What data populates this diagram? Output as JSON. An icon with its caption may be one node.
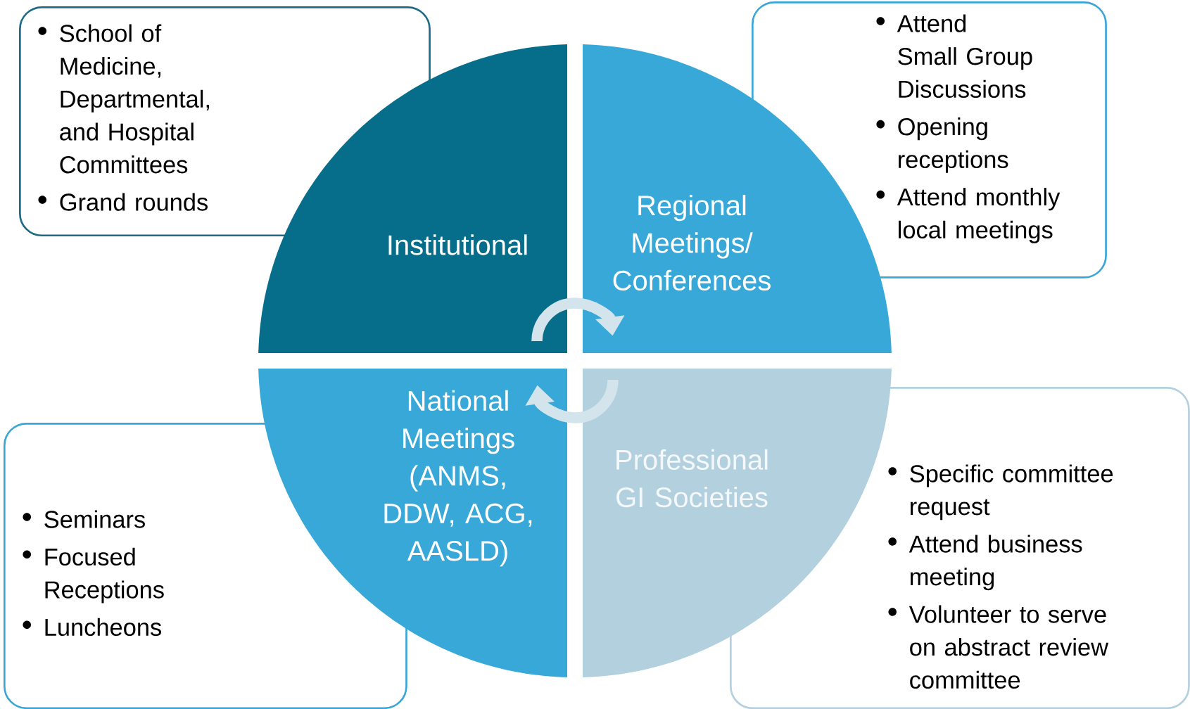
{
  "diagram": {
    "nodes": [
      {
        "text": [
          "School of Medicine, Departmental, and Hospital Committees",
          "Grand rounds"
        ]
      },
      {
        "text": [
          "Institutional"
        ]
      },
      {
        "text": [
          "Regional Meetings/ Conferences"
        ]
      },
      {
        "text": [
          "Attend Small Group Discussions",
          "Opening receptions",
          "Attend monthly local meetings"
        ]
      },
      {
        "text": [
          "Seminars",
          "Focused Receptions",
          "Luncheons"
        ]
      },
      {
        "text": [
          "National Meetings (ANMS, DDW, ACG, AASLD)"
        ]
      },
      {
        "text": [
          "Professional GI Societies"
        ]
      },
      {
        "text": [
          "Specific committee request",
          "Attend business meeting",
          "Volunteer to serve on abstract review committee"
        ]
      }
    ],
    "edges": [
      {
        "from": 1,
        "to": 2,
        "arrow": "to"
      },
      {
        "from": 6,
        "to": 5,
        "arrow": "to"
      }
    ]
  }
}
